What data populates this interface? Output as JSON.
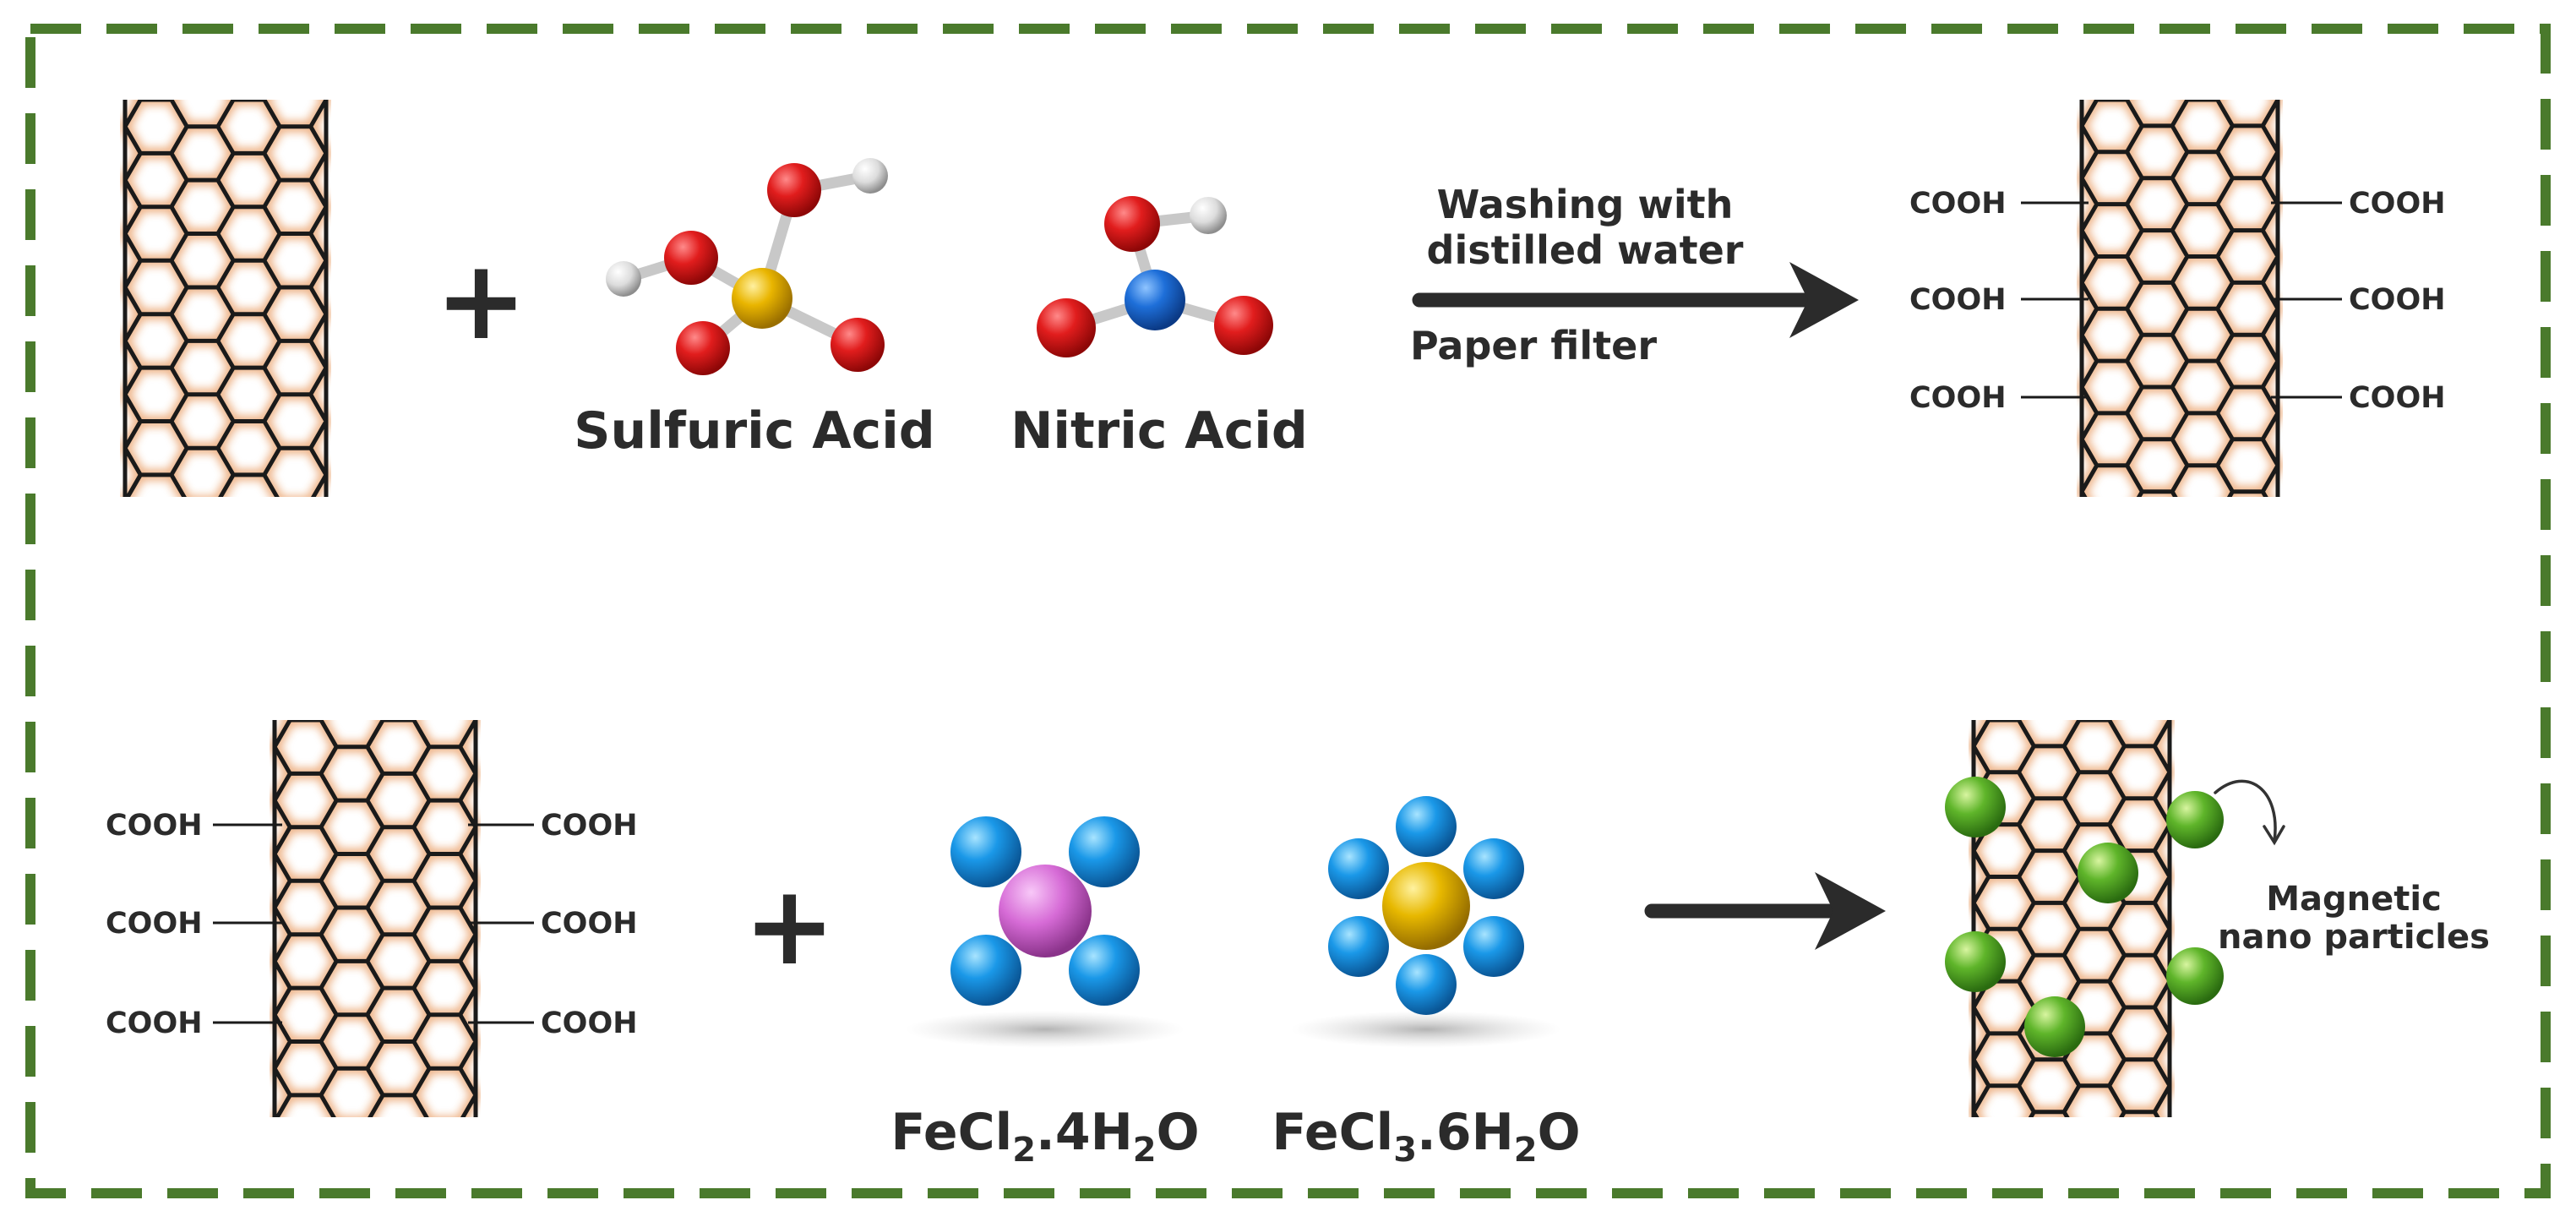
{
  "colors": {
    "border": "#4a7a2c",
    "tube_line": "#1a1a1a",
    "tube_glow": "#e0782a",
    "oxygen": "#e11d1d",
    "hydrogen": "#e8e8e8",
    "sulfur": "#e9b500",
    "nitrogen": "#1e6fd9",
    "chloride": "#1a98e8",
    "iron_ii": "#d66bd6",
    "iron_iii": "#e7b800",
    "nanoparticle": "#5fb52a",
    "arrow": "#2b2b2b"
  },
  "top_row": {
    "plus": "+",
    "sulfuric_acid_label": "Sulfuric Acid",
    "nitric_acid_label": "Nitric Acid",
    "arrow_top_line1": "Washing with",
    "arrow_top_line2": "distilled water",
    "arrow_bottom": "Paper filter",
    "group_label": "COOH"
  },
  "bottom_row": {
    "plus": "+",
    "group_label": "COOH",
    "fecl2": {
      "base": "FeCl",
      "sub1": "2",
      "mid": ".4H",
      "sub2": "2",
      "end": "O"
    },
    "fecl3": {
      "base": "FeCl",
      "sub1": "3",
      "mid": ".6H",
      "sub2": "2",
      "end": "O"
    },
    "np_label_line1": "Magnetic",
    "np_label_line2": "nano particles"
  }
}
